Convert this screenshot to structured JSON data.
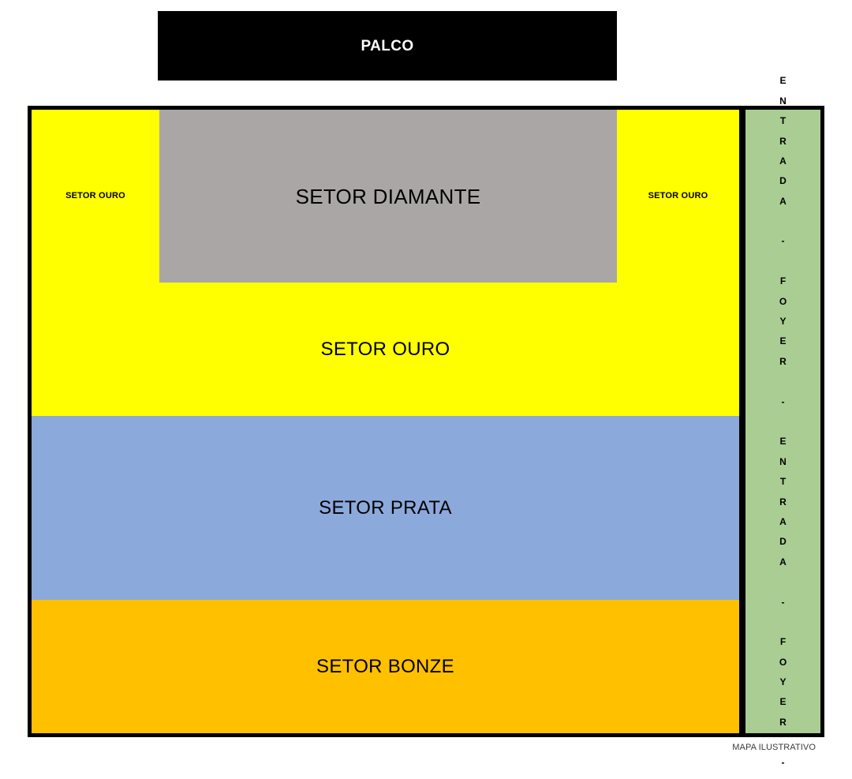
{
  "map": {
    "caption": "MAPA ILUSTRATIVO",
    "stage": {
      "label": "PALCO",
      "color": "#000000",
      "text_color": "#ffffff"
    },
    "sectors": {
      "diamante": {
        "label": "SETOR DIAMANTE",
        "color": "#aaa6a6"
      },
      "ouro_left": {
        "label": "SETOR OURO",
        "color": "#ffff00"
      },
      "ouro_right": {
        "label": "SETOR OURO",
        "color": "#ffff00"
      },
      "ouro_main": {
        "label": "SETOR OURO",
        "color": "#ffff00"
      },
      "prata": {
        "label": "SETOR PRATA",
        "color": "#8ca9dc"
      },
      "bonze": {
        "label": "SETOR BONZE",
        "color": "#ffc000"
      }
    },
    "foyer": {
      "color": "#a9cd93",
      "text": "ENTRADA - FOYER - ENTRADA - FOYER -",
      "letters": [
        "E",
        "N",
        "T",
        "R",
        "A",
        "D",
        "A",
        "",
        "-",
        "",
        "F",
        "O",
        "Y",
        "E",
        "R",
        "",
        "-",
        "",
        "E",
        "N",
        "T",
        "R",
        "A",
        "D",
        "A",
        "",
        "-",
        "",
        "F",
        "O",
        "Y",
        "E",
        "R",
        "",
        "-"
      ]
    }
  }
}
